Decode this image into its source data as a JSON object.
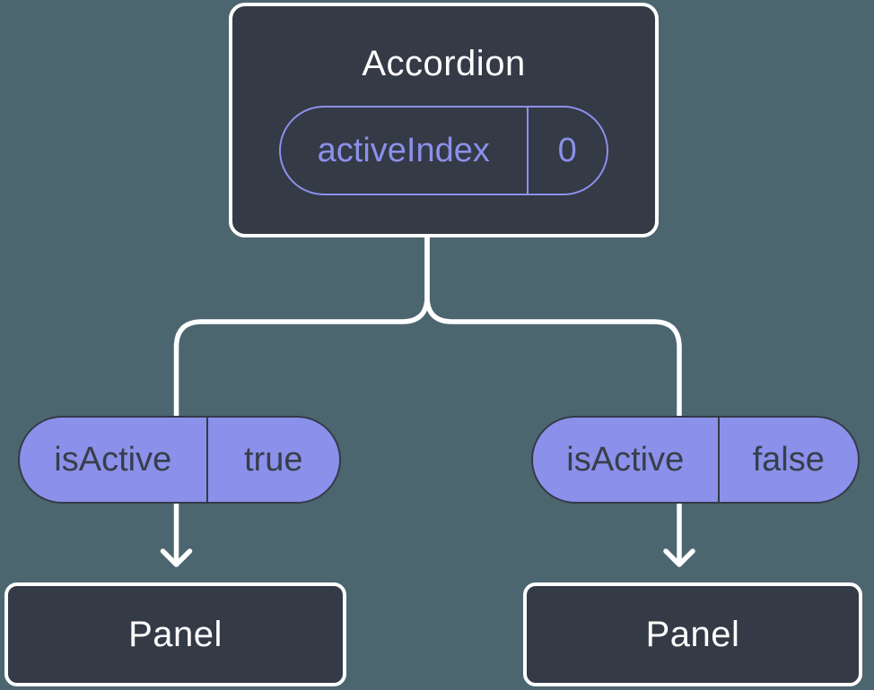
{
  "diagram": {
    "root": {
      "label": "Accordion",
      "state": {
        "name": "activeIndex",
        "value": "0"
      }
    },
    "children": [
      {
        "prop": {
          "name": "isActive",
          "value": "true"
        },
        "label": "Panel"
      },
      {
        "prop": {
          "name": "isActive",
          "value": "false"
        },
        "label": "Panel"
      }
    ]
  },
  "colors": {
    "background": "#4C6670",
    "node_fill": "#343A46",
    "node_border": "#FFFFFF",
    "accent_purple": "#8B90EA",
    "pill_text_dark": "#383E4A",
    "connector": "#FFFFFF"
  }
}
